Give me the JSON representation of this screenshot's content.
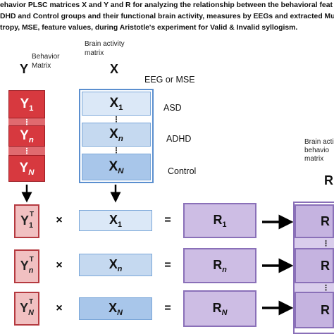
{
  "caption": {
    "line1": "ehavior PLSC matrices X and Y and R for analyzing the relationship between the behavioral feat",
    "line2": "DHD and Control groups and their functional brain activity, measures by EEGs and extracted Mul",
    "line3": "tropy, MSE, feature values, during Aristotle's experiment for Valid & Invalid syllogism."
  },
  "y_column": {
    "symbol": "Y",
    "label_line1": "Behavior",
    "label_line2": "Matrix"
  },
  "x_column": {
    "symbol": "X",
    "label_line1": "Brain activity",
    "label_line2": "matrix"
  },
  "measure_label": "EEG or MSE",
  "groups": [
    "ASD",
    "ADHD",
    "Control"
  ],
  "matrix_symbols": {
    "y": "Y",
    "x": "X",
    "r": "R",
    "sub_first": "1",
    "sub_mid": "n",
    "sub_last": "N",
    "transpose": "T"
  },
  "operators": {
    "times": "×",
    "equals": "=",
    "ellipsis": "⋮"
  },
  "right_column": {
    "label_line1": "Brain acti",
    "label_line2": "behavio",
    "label_line3": "matrix",
    "symbol": "R"
  },
  "colors": {
    "y_fill": "#d7393f",
    "y_transpose_fill": "#f1c0c1",
    "x_fill_light": "#dbe8f7",
    "x_fill_mid": "#c5d9f0",
    "x_fill_dark": "#a8c6ea",
    "x_border": "#5b8fcf",
    "r_fill": "#cdbde4",
    "r_border": "#8a70b8"
  }
}
